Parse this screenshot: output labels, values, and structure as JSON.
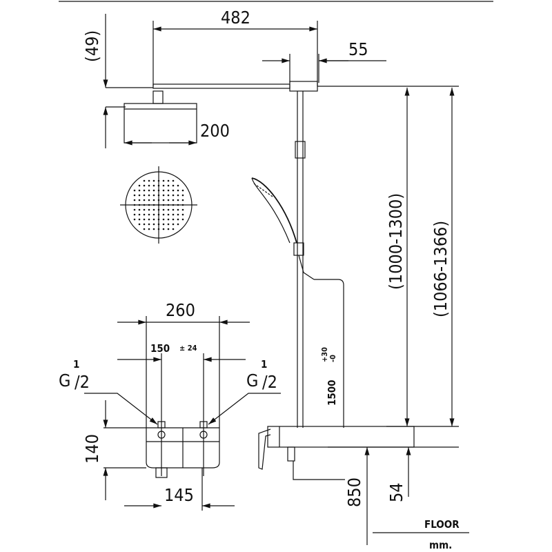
{
  "dimensions": {
    "arm_length": "482",
    "wall_offset": "55",
    "head_offset": "(49)",
    "head_diameter": "200",
    "rail_height_range": "(1000-1300)",
    "total_height_range": "(1066-1366)",
    "mixer_width": "260",
    "inlet_spacing": "150",
    "inlet_spacing_tol": "± 24",
    "inlet_thread_left_main": "G",
    "inlet_thread_left_frac_num": "1",
    "inlet_thread_left_frac_den": "/2",
    "inlet_thread_right_main": "G",
    "inlet_thread_right_frac_num": "1",
    "inlet_thread_right_frac_den": "/2",
    "mixer_height": "140",
    "outlet_offset": "145",
    "install_height": "1500",
    "install_tol_plus": "+30",
    "install_tol_minus": "-0",
    "mixer_floor_height": "850",
    "mixer_offset": "54"
  },
  "labels": {
    "floor": "FLOOR",
    "unit": "mm."
  }
}
